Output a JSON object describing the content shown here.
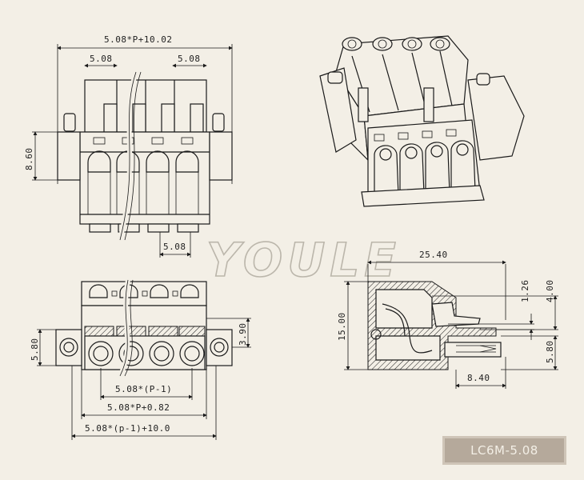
{
  "watermark": "YOULE",
  "model": "LC6M-5.08",
  "dims": {
    "top_total": "5.08*P+10.02",
    "top_pitch_left": "5.08",
    "top_pitch_right": "5.08",
    "top_height": "8.60",
    "top_pitch_bottom": "5.08",
    "side_width": "25.40",
    "side_height": "15.00",
    "side_top_small": "1.26",
    "side_top_right": "4.00",
    "side_lower_right": "5.80",
    "side_bottom": "8.40",
    "front_left_height": "5.80",
    "front_right_height": "3.90",
    "front_inner": "5.08*(P-1)",
    "front_mid": "5.08*P+0.82",
    "front_total": "5.08*(p-1)+10.0"
  }
}
